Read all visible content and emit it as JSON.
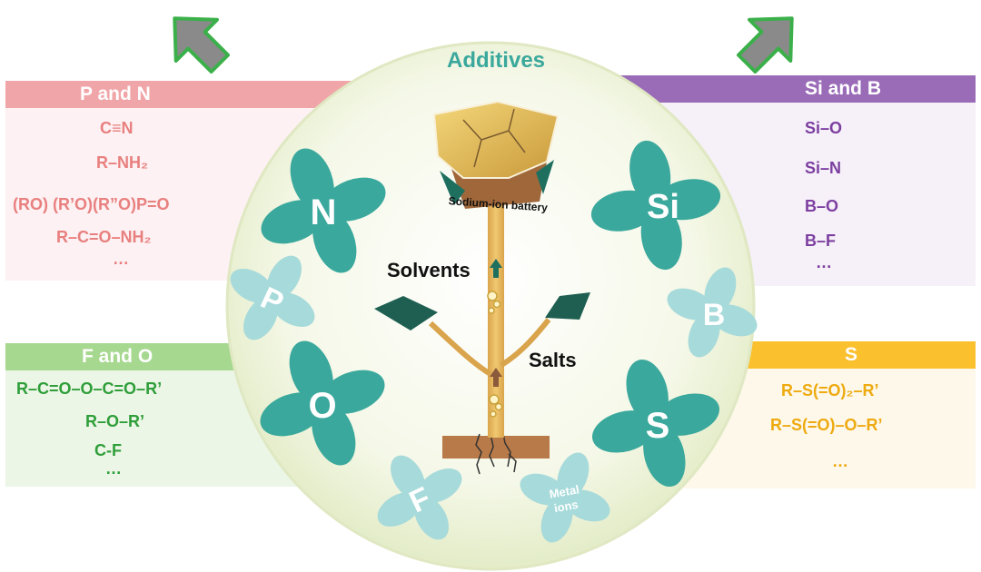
{
  "title": "Additives",
  "panels": {
    "p_and_n": {
      "label": "P and N",
      "formulas": [
        "C≡N",
        "R–NH₂",
        "(RO) (R’O)(R”O)P=O",
        "R–C=O–NH₂",
        "…"
      ]
    },
    "si_and_b": {
      "label": "Si and B",
      "formulas": [
        "Si–O",
        "Si–N",
        "B–O",
        "B–F",
        "…"
      ]
    },
    "f_and_o": {
      "label": "F and O",
      "formulas": [
        "R–C=O–O–C=O–R’",
        "R–O–R’",
        "C-F",
        "…"
      ]
    },
    "s": {
      "label": "S",
      "formulas": [
        "R–S(=O)₂–R’",
        "R–S(=O)–O–R’",
        "…"
      ]
    }
  },
  "flowers": {
    "n": "N",
    "p": "P",
    "o": "O",
    "f": "F",
    "si": "Si",
    "b": "B",
    "s": "S",
    "metal_line1": "Metal",
    "metal_line2": "ions"
  },
  "plant": {
    "battery_label": "Sodium-ion battery",
    "solvents_label": "Solvents",
    "salts_label": "Salts"
  },
  "colors": {
    "dark_teal": "#3aa89c",
    "light_teal": "#a7dada",
    "arrow_gray": "#8a8a8a",
    "arrow_green": "#3bb04a",
    "stem": "#e0b060",
    "soil": "#b87a48"
  }
}
